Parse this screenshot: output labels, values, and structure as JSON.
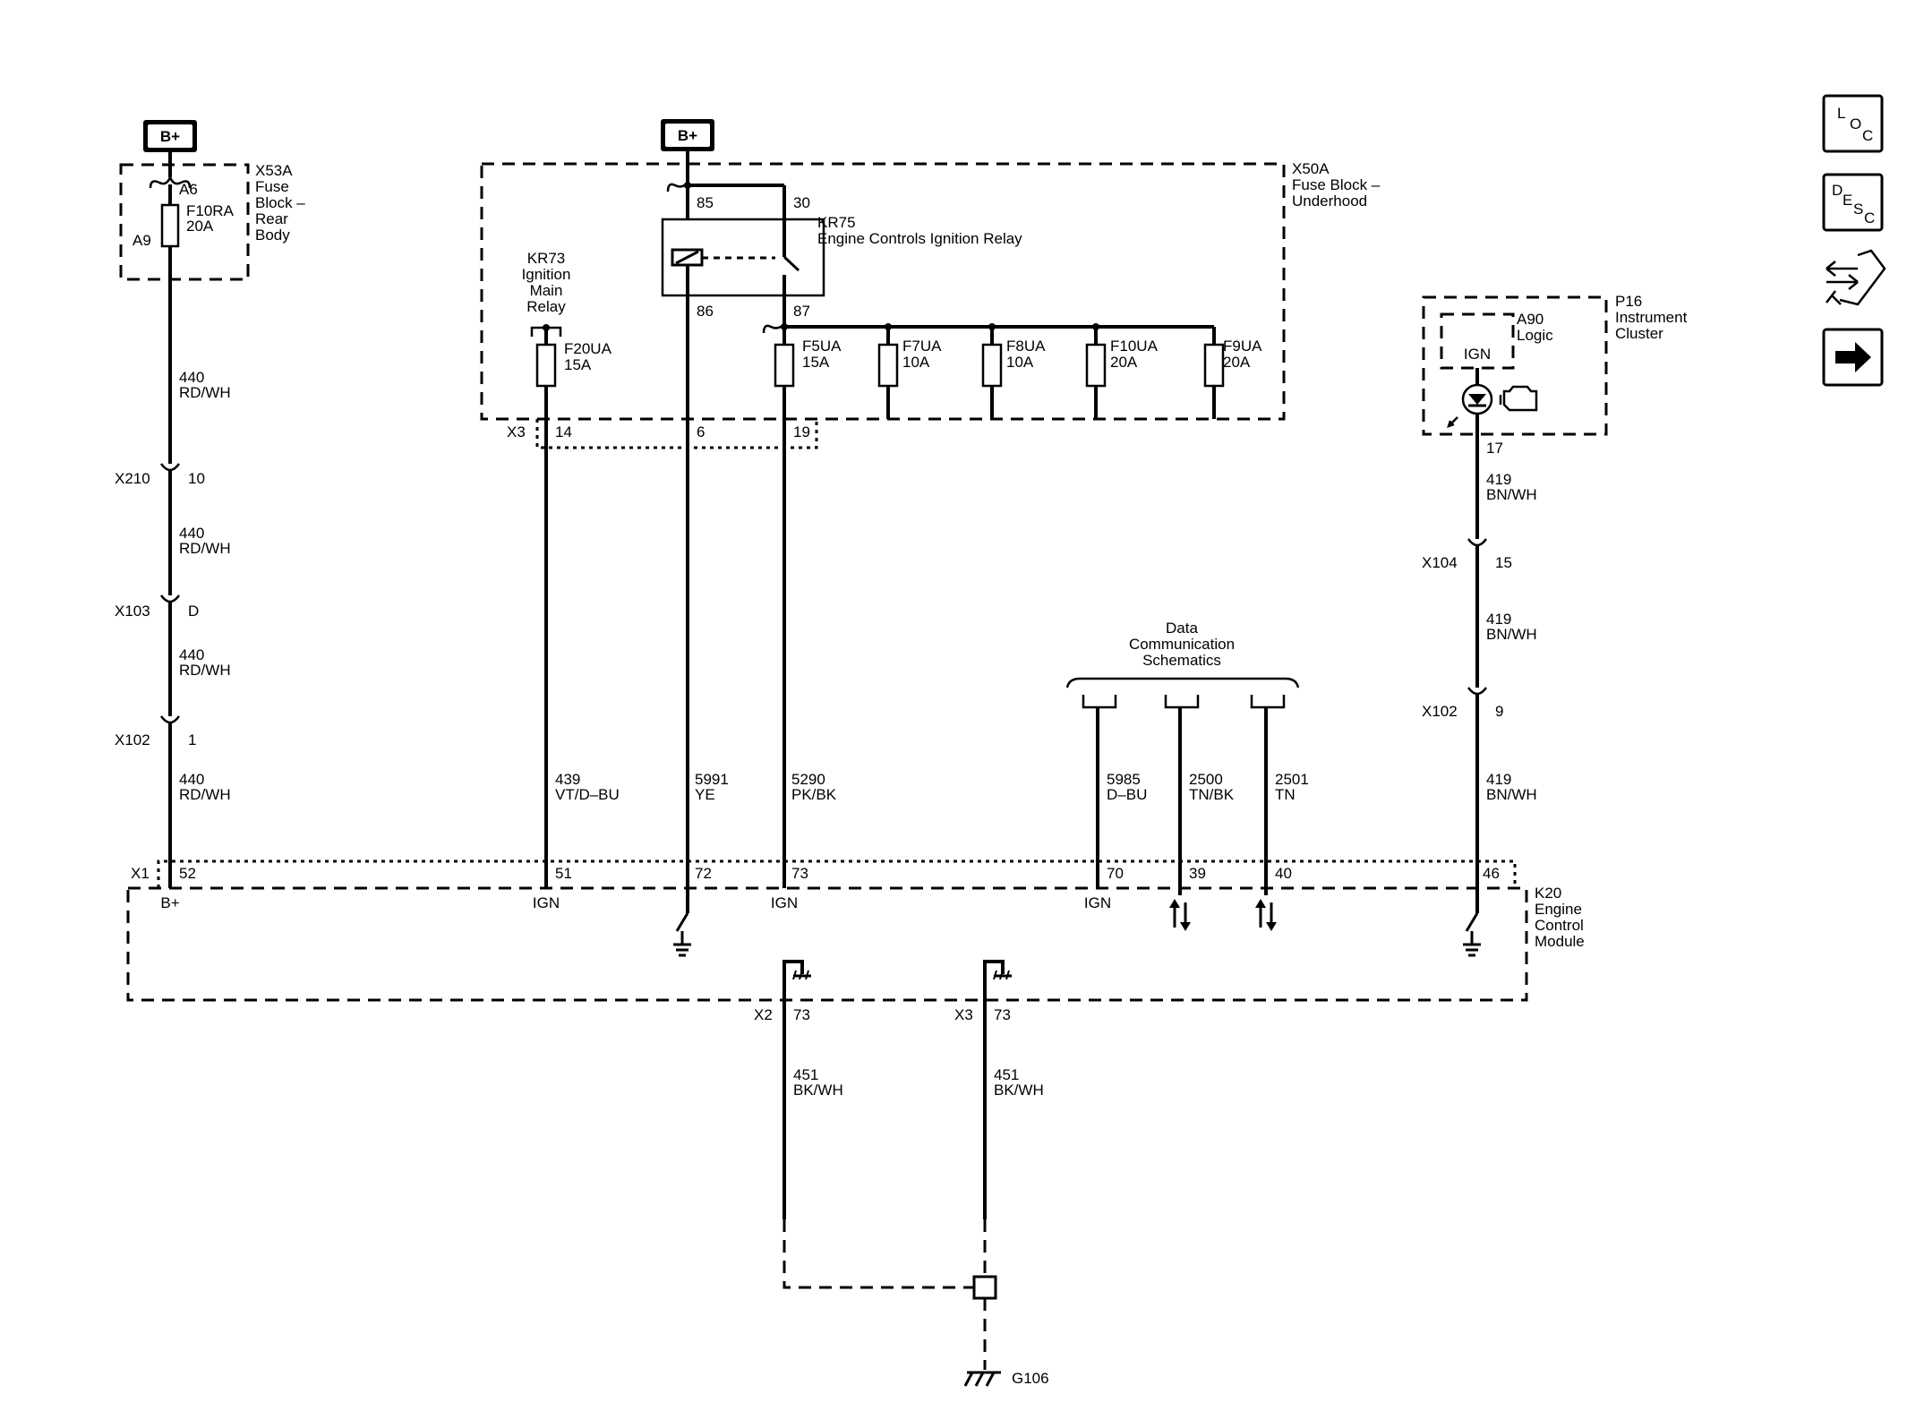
{
  "nav": {
    "loc": {
      "l1": "L",
      "l2": "O",
      "l3": "C"
    },
    "desc": {
      "l1": "D",
      "l2": "E",
      "l3": "S",
      "l4": "C"
    }
  },
  "power": {
    "bplus_left": "B+",
    "bplus_mid": "B+"
  },
  "x53a": {
    "connector": "X53A",
    "l1": "Fuse",
    "l2": "Block –",
    "l3": "Rear",
    "l4": "Body",
    "pin_a6": "A6",
    "pin_a9": "A9",
    "fuse": "F10RA",
    "rating": "20A"
  },
  "x50a": {
    "connector": "X50A",
    "l1": "Fuse Block –",
    "l2": "Underhood"
  },
  "kr75": {
    "id": "KR75",
    "name": "Engine Controls Ignition Relay",
    "p85": "85",
    "p30": "30",
    "p86": "86",
    "p87": "87"
  },
  "kr73": {
    "id": "KR73",
    "l1": "Ignition",
    "l2": "Main",
    "l3": "Relay"
  },
  "fuses": {
    "f20ua": {
      "name": "F20UA",
      "rating": "15A"
    },
    "f5ua": {
      "name": "F5UA",
      "rating": "15A"
    },
    "f7ua": {
      "name": "F7UA",
      "rating": "10A"
    },
    "f8ua": {
      "name": "F8UA",
      "rating": "10A"
    },
    "f10ua": {
      "name": "F10UA",
      "rating": "20A"
    },
    "f9ua": {
      "name": "F9UA",
      "rating": "20A"
    }
  },
  "x3top": {
    "connector": "X3",
    "p14": "14",
    "p6": "6",
    "p19": "19"
  },
  "left_wire": {
    "w1": {
      "num": "440",
      "color": "RD/WH"
    },
    "x210": {
      "conn": "X210",
      "pin": "10"
    },
    "w2": {
      "num": "440",
      "color": "RD/WH"
    },
    "x103": {
      "conn": "X103",
      "pin": "D"
    },
    "w3": {
      "num": "440",
      "color": "RD/WH"
    },
    "x102": {
      "conn": "X102",
      "pin": "1"
    },
    "w4": {
      "num": "440",
      "color": "RD/WH"
    }
  },
  "wires": {
    "w439": {
      "num": "439",
      "color": "VT/D–BU"
    },
    "w5991": {
      "num": "5991",
      "color": "YE"
    },
    "w5290": {
      "num": "5290",
      "color": "PK/BK"
    },
    "w5985": {
      "num": "5985",
      "color": "D–BU"
    },
    "w2500": {
      "num": "2500",
      "color": "TN/BK"
    },
    "w2501": {
      "num": "2501",
      "color": "TN"
    }
  },
  "datacomm": {
    "l1": "Data",
    "l2": "Communication",
    "l3": "Schematics"
  },
  "p16": {
    "id": "P16",
    "l1": "Instrument",
    "l2": "Cluster",
    "a90": "A90",
    "logic": "Logic",
    "ign": "IGN",
    "pin": "17"
  },
  "right_wire": {
    "w1": {
      "num": "419",
      "color": "BN/WH"
    },
    "x104": {
      "conn": "X104",
      "pin": "15"
    },
    "w2": {
      "num": "419",
      "color": "BN/WH"
    },
    "x102": {
      "conn": "X102",
      "pin": "9"
    },
    "w3": {
      "num": "419",
      "color": "BN/WH"
    }
  },
  "k20": {
    "id": "K20",
    "l1": "Engine",
    "l2": "Control",
    "l3": "Module",
    "x1": "X1",
    "p52": "52",
    "p51": "51",
    "p72": "72",
    "p73": "73",
    "p70": "70",
    "p39": "39",
    "p40": "40",
    "p46": "46",
    "bplus": "B+",
    "ign51": "IGN",
    "ign73": "IGN",
    "ign70": "IGN"
  },
  "ground": {
    "x2": "X2",
    "x2pin": "73",
    "x3": "X3",
    "x3pin": "73",
    "w1": {
      "num": "451",
      "color": "BK/WH"
    },
    "w2": {
      "num": "451",
      "color": "BK/WH"
    },
    "g106": "G106"
  }
}
